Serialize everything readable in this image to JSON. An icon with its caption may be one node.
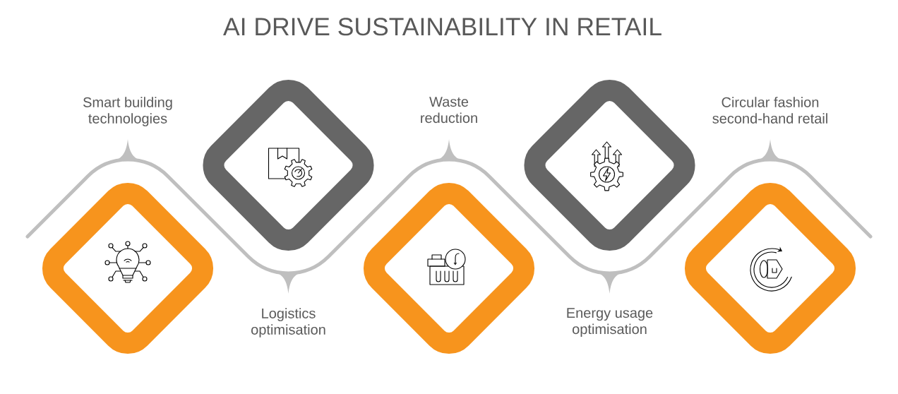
{
  "diagram": {
    "title": "AI DRIVE SUSTAINABILITY IN RETAIL",
    "nodes": [
      {
        "text": [],
        "shape": "diamond"
      },
      {
        "text": [],
        "shape": "diamond"
      },
      {
        "text": [],
        "shape": "diamond"
      },
      {
        "text": [],
        "shape": "diamond"
      },
      {
        "text": [],
        "shape": "diamond"
      }
    ],
    "labels": [
      "Smart building technologies",
      "Logistics optimisation",
      "Waste reduction",
      "Energy usage optimisation",
      "Circular fashion second-hand retail"
    ]
  }
}
